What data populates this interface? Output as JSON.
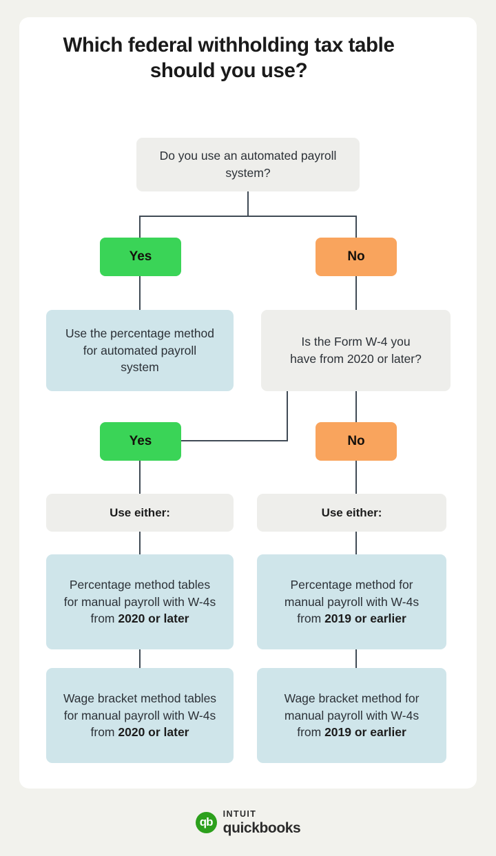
{
  "title": "Which federal withholding tax table should you use?",
  "colors": {
    "page_background": "#f2f2ed",
    "card_background": "#ffffff",
    "question_box": "#eeeeeb",
    "info_box": "#cfe5ea",
    "yes_green": "#3ad457",
    "no_orange": "#f9a45d",
    "connector": "#3f4954",
    "brand_green": "#2ca01c"
  },
  "flowchart": {
    "root_question": "Do you use an automated payroll system?",
    "branch_1": {
      "yes_label": "Yes",
      "no_label": "No",
      "yes_result": "Use the percentage method for automated payroll system",
      "no_question": "Is the Form W-4 you have from 2020 or later?"
    },
    "branch_2": {
      "yes_label": "Yes",
      "no_label": "No"
    },
    "left_column": {
      "use_either": "Use either:",
      "option_1_prefix": "Percentage method tables for manual payroll with W-4s from ",
      "option_1_bold": "2020 or later",
      "option_2_prefix": "Wage bracket method tables for manual payroll with W-4s from ",
      "option_2_bold": "2020 or later"
    },
    "right_column": {
      "use_either": "Use either:",
      "option_1_prefix": "Percentage method for manual payroll with W-4s from ",
      "option_1_bold": "2019 or earlier",
      "option_2_prefix": "Wage bracket method for manual payroll with W-4s from ",
      "option_2_bold": "2019 or earlier"
    }
  },
  "footer": {
    "logo_mark_text": "qb",
    "brand_top": "INTUIT",
    "brand_bottom": "quickbooks"
  }
}
